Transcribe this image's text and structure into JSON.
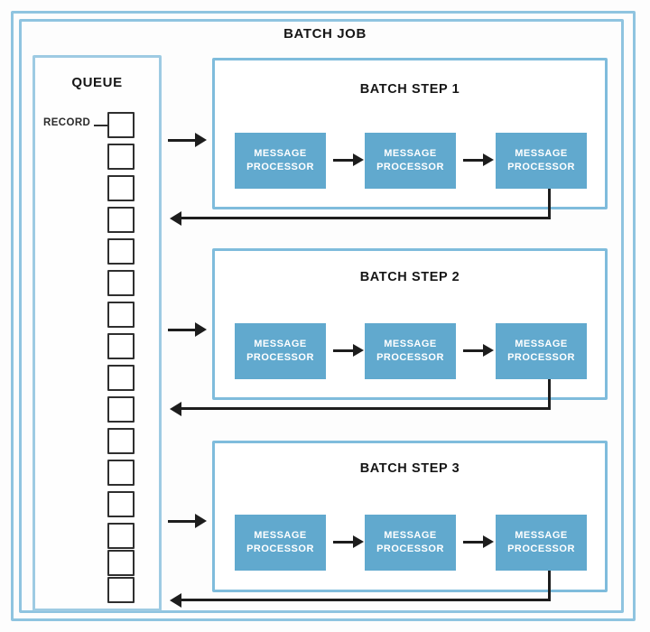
{
  "diagram": {
    "title": "BATCH JOB",
    "outer_border_color": "#8fc4e0",
    "processor_color": "#61a9ce",
    "arrow_color": "#1d1d1d",
    "record_border_color": "#2f2f2f"
  },
  "queue": {
    "title": "QUEUE",
    "record_label": "RECORD",
    "record_count": 16,
    "records": [
      {
        "index": 1
      },
      {
        "index": 2
      },
      {
        "index": 3
      },
      {
        "index": 4
      },
      {
        "index": 5
      },
      {
        "index": 6
      },
      {
        "index": 7
      },
      {
        "index": 8
      },
      {
        "index": 9
      },
      {
        "index": 10
      },
      {
        "index": 11
      },
      {
        "index": 12
      },
      {
        "index": 13
      },
      {
        "index": 14
      },
      {
        "index": 15
      },
      {
        "index": 16
      }
    ]
  },
  "steps": [
    {
      "title": "BATCH STEP 1",
      "processors": [
        {
          "line1": "MESSAGE",
          "line2": "PROCESSOR"
        },
        {
          "line1": "MESSAGE",
          "line2": "PROCESSOR"
        },
        {
          "line1": "MESSAGE",
          "line2": "PROCESSOR"
        }
      ]
    },
    {
      "title": "BATCH STEP 2",
      "processors": [
        {
          "line1": "MESSAGE",
          "line2": "PROCESSOR"
        },
        {
          "line1": "MESSAGE",
          "line2": "PROCESSOR"
        },
        {
          "line1": "MESSAGE",
          "line2": "PROCESSOR"
        }
      ]
    },
    {
      "title": "BATCH STEP 3",
      "processors": [
        {
          "line1": "MESSAGE",
          "line2": "PROCESSOR"
        },
        {
          "line1": "MESSAGE",
          "line2": "PROCESSOR"
        },
        {
          "line1": "MESSAGE",
          "line2": "PROCESSOR"
        }
      ]
    }
  ]
}
